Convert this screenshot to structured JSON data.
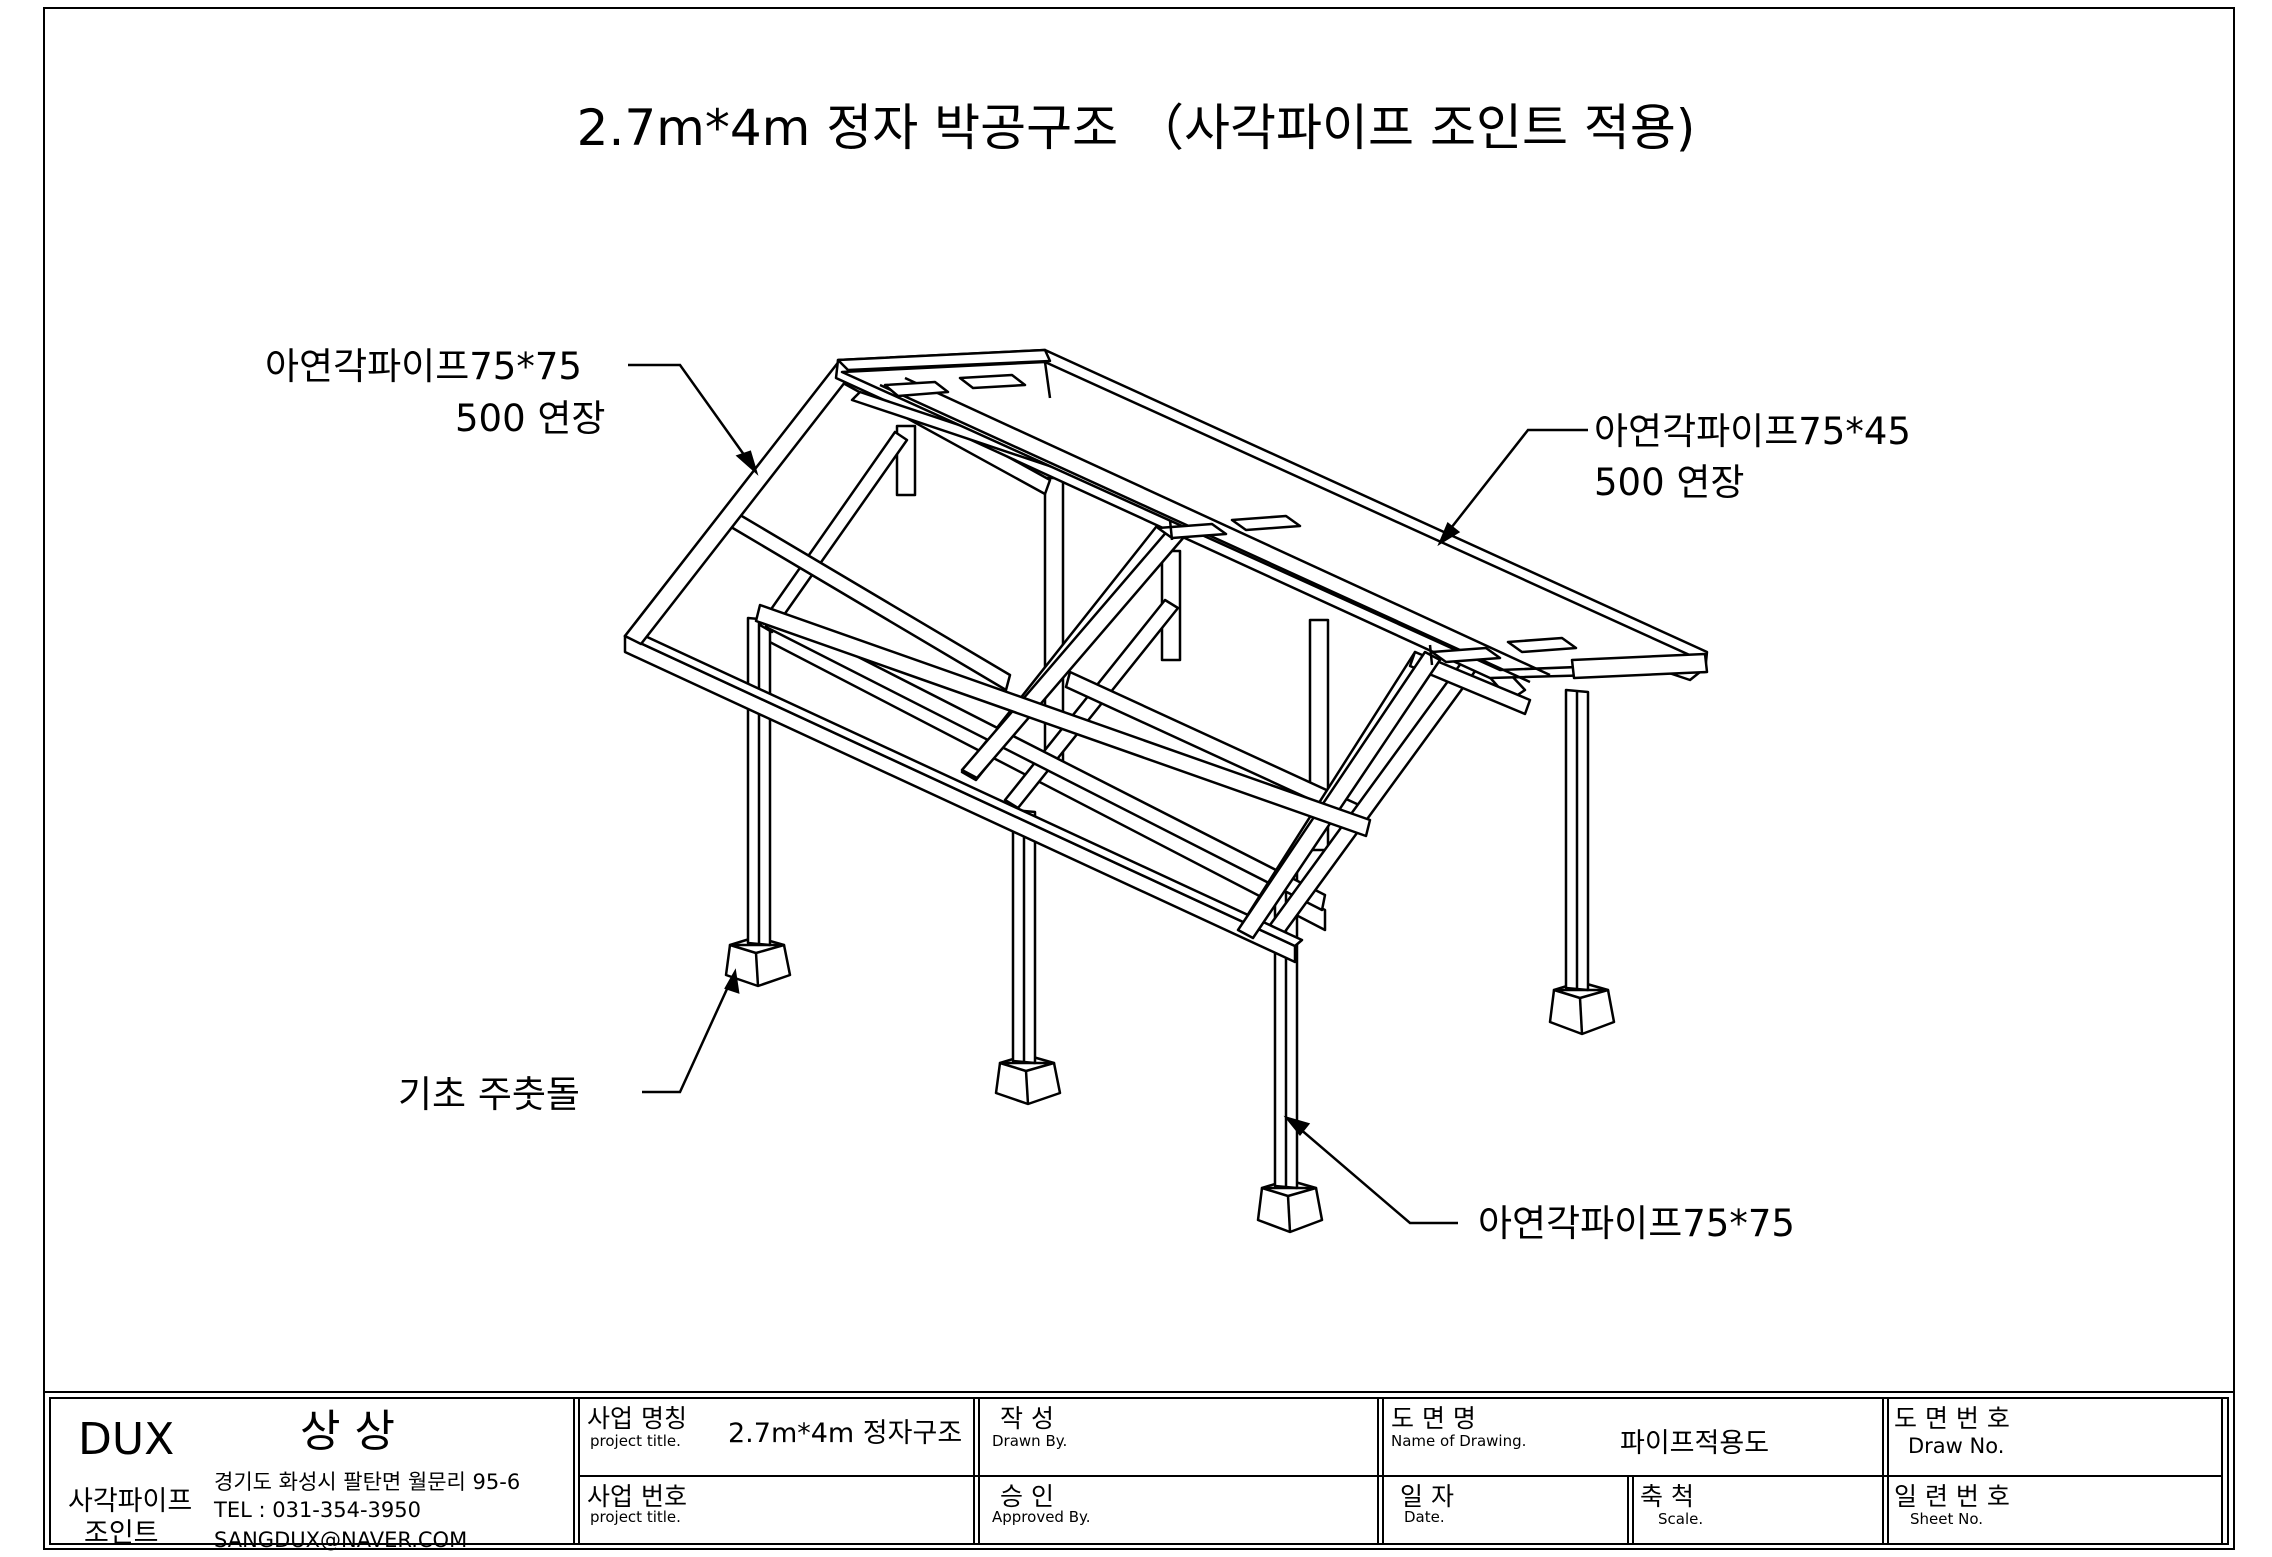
{
  "drawing": {
    "title": "2.7m*4m 정자 박공구조 （사각파이프 조인트 적용)"
  },
  "callouts": {
    "roof_pipe_line1": "아연각파이프75*75",
    "roof_pipe_line2": "500 연장",
    "purlin_pipe_line1": "아연각파이프75*45",
    "purlin_pipe_line2": "500 연장",
    "foundation": "기초 주춧돌",
    "column_pipe": "아연각파이프75*75"
  },
  "title_block": {
    "company": {
      "brand": "DUX",
      "name": "상 상",
      "product_line1": "사각파이프",
      "product_line2": "조인트",
      "address": "경기도 화성시 팔탄면 월문리 95-6",
      "tel": "TEL : 031-354-3950",
      "email": "SANGDUX@NAVER.COM"
    },
    "project_title": {
      "label": "사업 명칭",
      "sub": "project title.",
      "value": "2.7m*4m 정자구조"
    },
    "project_no": {
      "label": "사업 번호",
      "sub": "project title.",
      "value": ""
    },
    "drawn_by": {
      "label": "작   성",
      "sub": "Drawn By.",
      "value": ""
    },
    "approved_by": {
      "label": "승   인",
      "sub": "Approved By.",
      "value": ""
    },
    "drawing_name": {
      "label": "도  면  명",
      "sub": "Name of Drawing.",
      "value": "파이프적용도"
    },
    "date": {
      "label": "일  자",
      "sub": "Date.",
      "value": ""
    },
    "scale": {
      "label": "축  척",
      "sub": "Scale.",
      "value": ""
    },
    "drawing_no": {
      "label": "도 면 번 호",
      "sub": "Draw No.",
      "value": ""
    },
    "sheet_no": {
      "label": "일 련 번 호",
      "sub": "Sheet No.",
      "value": ""
    }
  },
  "colors": {
    "line": "#000000",
    "fill": "#ffffff"
  }
}
